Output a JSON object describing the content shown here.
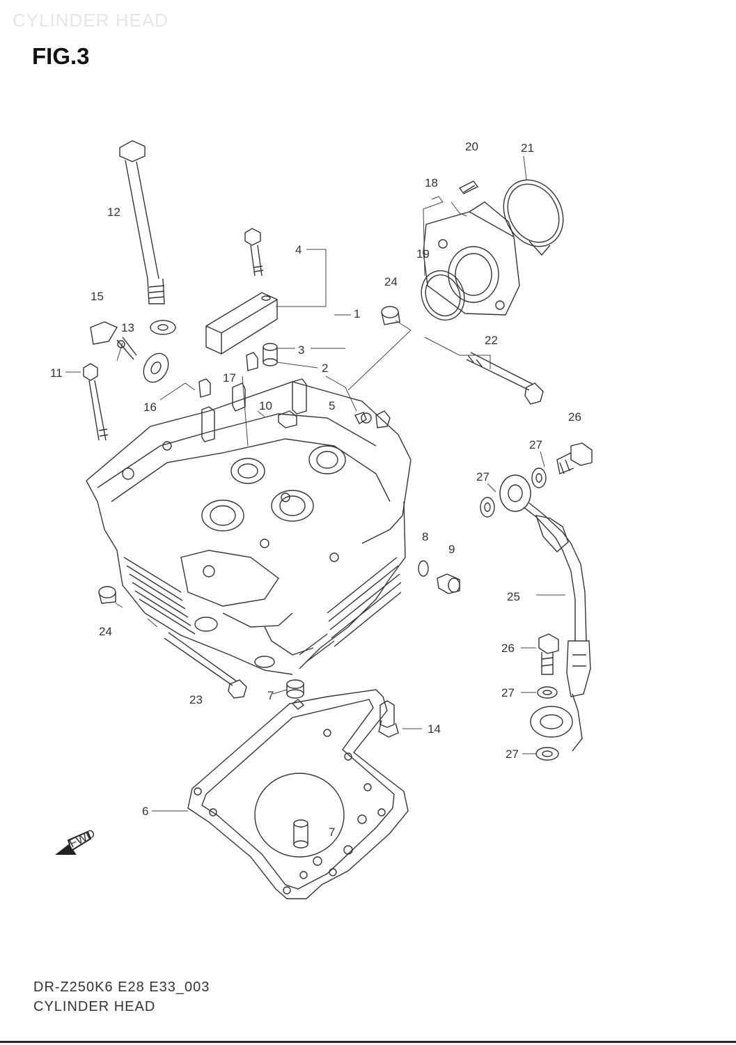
{
  "header": {
    "watermark": "CYLINDER HEAD",
    "figure_title": "FIG.3"
  },
  "footer": {
    "model_code": "DR-Z250K6 E28 E33_003",
    "section_name": "CYLINDER HEAD"
  },
  "diagram": {
    "fwd_marker": "FWD",
    "callouts": [
      "1",
      "2",
      "3",
      "4",
      "5",
      "6",
      "7",
      "7",
      "8",
      "9",
      "10",
      "11",
      "12",
      "13",
      "14",
      "15",
      "16",
      "17",
      "18",
      "19",
      "20",
      "21",
      "22",
      "23",
      "24",
      "24",
      "25",
      "26",
      "26",
      "27",
      "27",
      "27",
      "27"
    ]
  },
  "colors": {
    "line": "#333333",
    "background": "#ffffff",
    "watermark": "#e6e6e6"
  }
}
